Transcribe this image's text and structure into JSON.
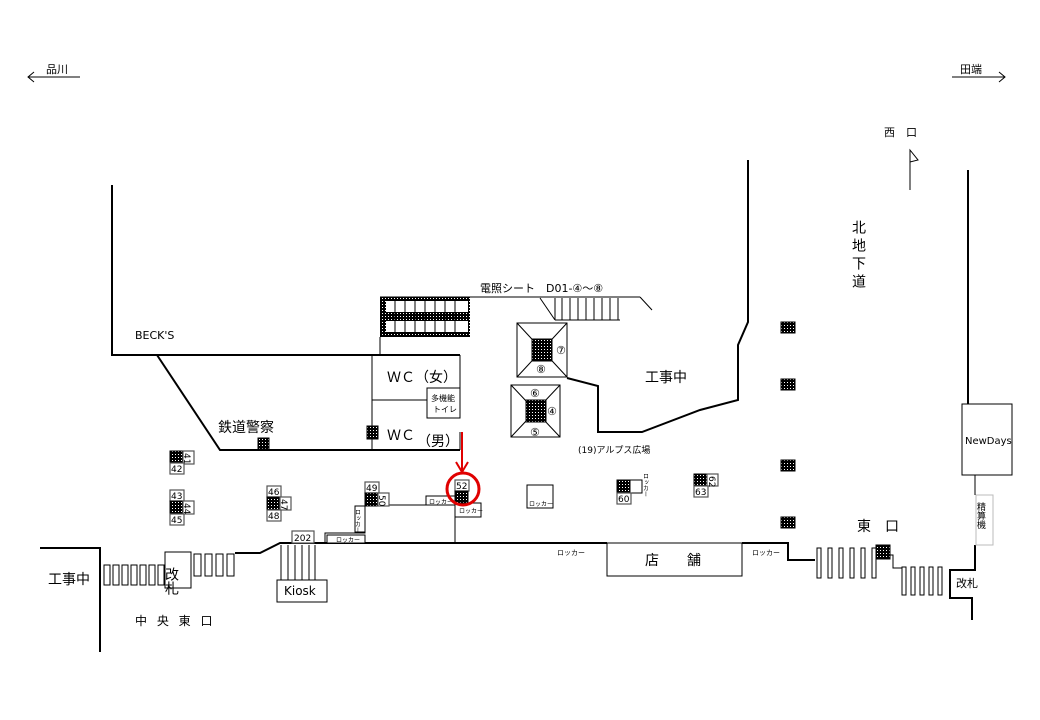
{
  "directions": {
    "left": "品川",
    "right": "田端"
  },
  "exits": {
    "west": "西　口",
    "east": "東　口",
    "central_east": "中 央 東 口",
    "north_underpass": "北地下道"
  },
  "areas": {
    "becks": "BECK'S",
    "railway_police": "鉄道警察",
    "wc_female": "ＷＣ（女）",
    "wc_male": "ＷＣ",
    "wc_male_suffix": "（男）",
    "multi_toilet_1": "多機能",
    "multi_toilet_2": "トイレ",
    "construction_center": "工事中",
    "construction_left": "工事中",
    "alps_plaza": "(19)アルプス広場",
    "signboard": "電照シート　D01-④～⑧",
    "kiosk": "Kiosk",
    "shop": "店　　舗",
    "newdays": "NewDays",
    "fare_adjust": "精算機",
    "gate_central": "改札",
    "gate_east": "改札",
    "locker": "ロッカー",
    "locker_v": "ロッカー"
  },
  "pyramid_labels": [
    "⑦",
    "⑧",
    "⑥",
    "④",
    "⑤"
  ],
  "numbers": [
    "41",
    "42",
    "43",
    "44",
    "45",
    "46",
    "47",
    "48",
    "49",
    "50",
    "52",
    "60",
    "62",
    "63",
    "202"
  ],
  "highlight": {
    "target": "52",
    "color": "#e00000"
  }
}
